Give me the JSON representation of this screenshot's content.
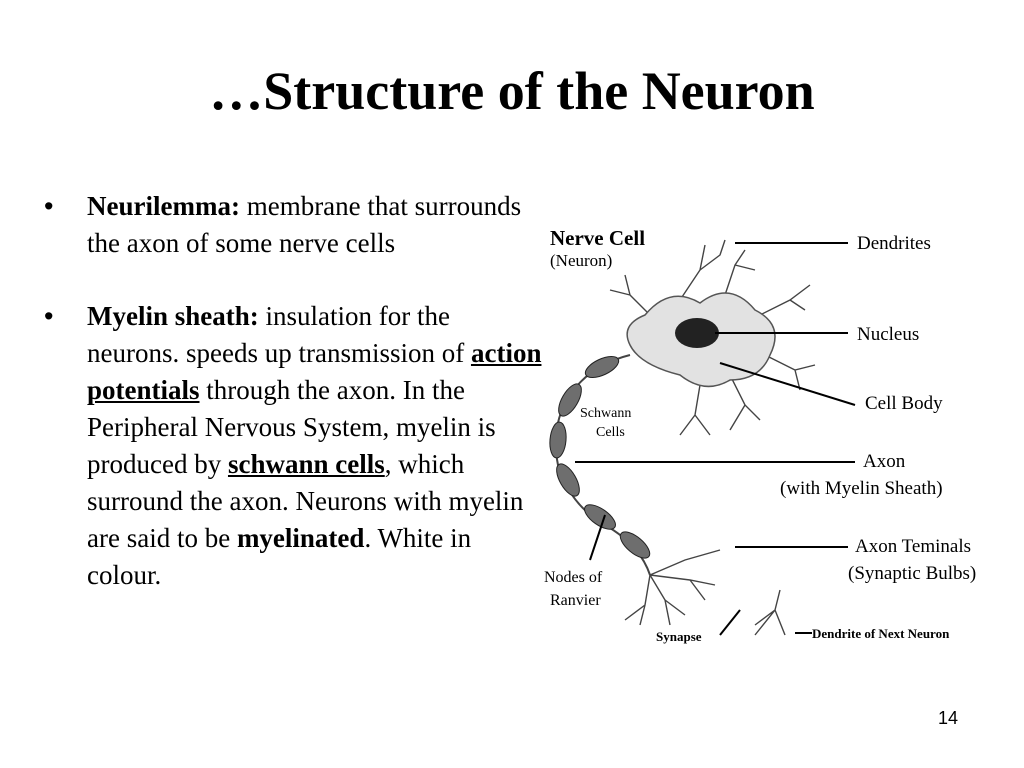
{
  "slide": {
    "title": "…Structure of the Neuron",
    "page_number": "14"
  },
  "bullets": [
    {
      "term": "Neurilemma:",
      "text": " membrane that surrounds the axon of some nerve cells"
    },
    {
      "term": "Myelin sheath:",
      "text_1": " insulation for the neurons. speeds up transmission of ",
      "link_1": "action potentials",
      "text_2": " through the axon. In the Peripheral Nervous System, myelin is produced by ",
      "link_2": "schwann cells",
      "text_3": ", which surround the axon. Neurons with myelin are said to be ",
      "bold_1": "myelinated",
      "text_4": ". White in colour."
    }
  ],
  "diagram": {
    "title": "Nerve Cell",
    "subtitle": "(Neuron)",
    "labels": {
      "dendrites": "Dendrites",
      "nucleus": "Nucleus",
      "cell_body": "Cell Body",
      "axon": "Axon",
      "axon_sub": "(with Myelin Sheath)",
      "axon_terminals": "Axon Teminals",
      "axon_terminals_sub": "(Synaptic Bulbs)",
      "schwann_1": "Schwann",
      "schwann_2": "Cells",
      "nodes_1": "Nodes of",
      "nodes_2": "Ranvier",
      "synapse": "Synapse",
      "next_neuron": "Dendrite of Next Neuron"
    }
  }
}
